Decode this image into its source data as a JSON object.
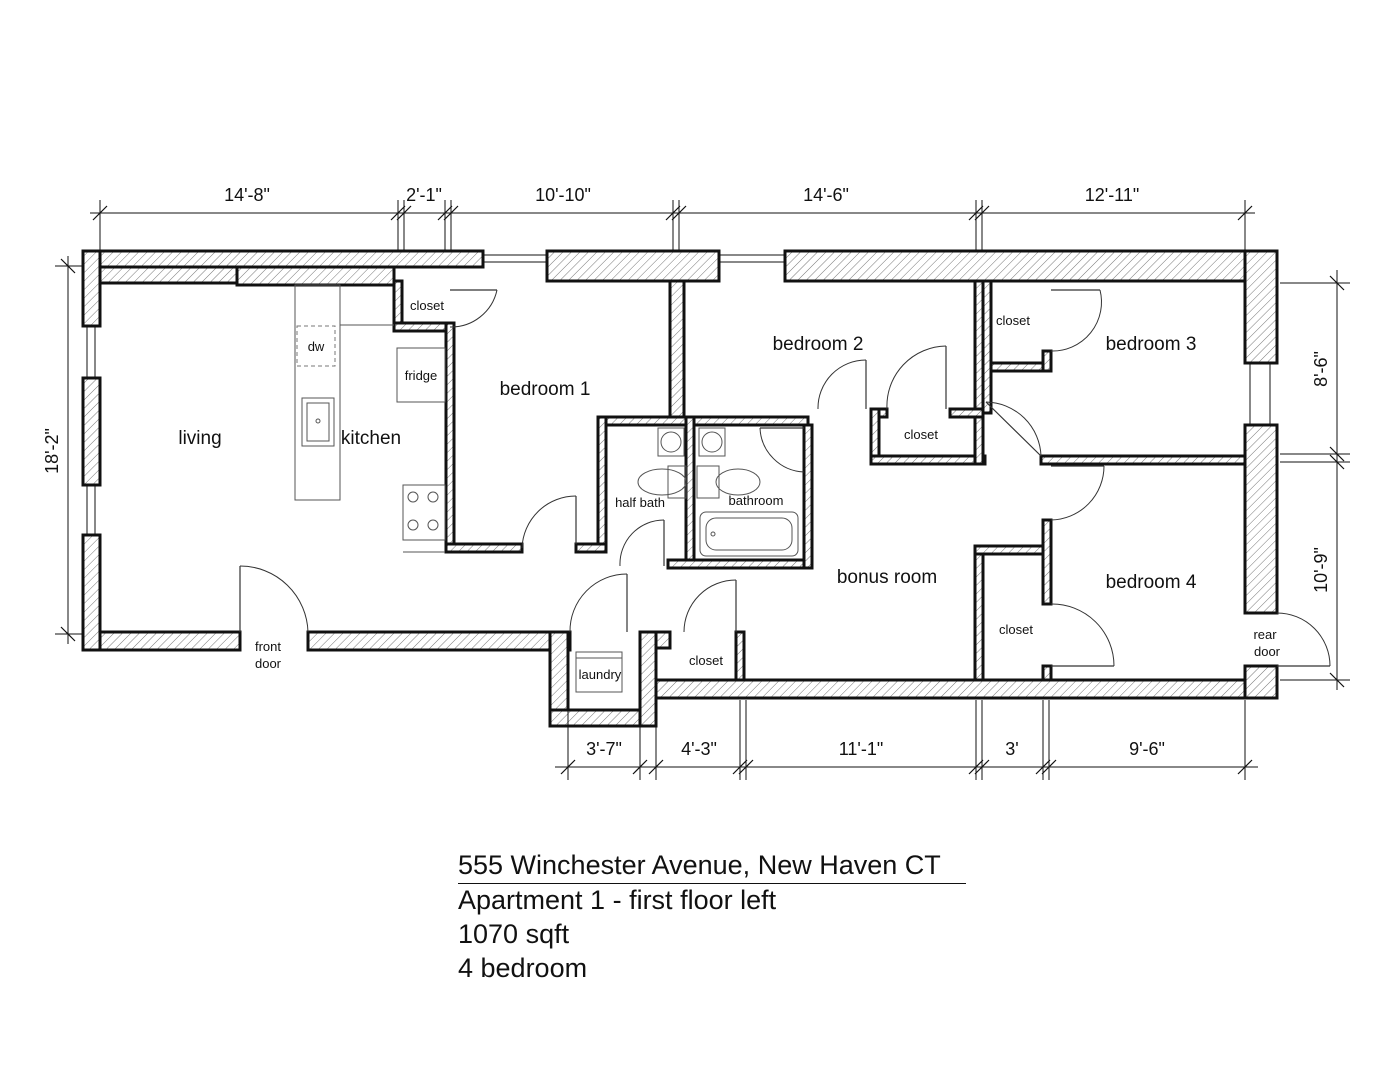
{
  "rooms": {
    "living": "living",
    "kitchen": "kitchen",
    "dw": "dw",
    "fridge": "fridge",
    "closet_1": "closet",
    "bedroom_1": "bedroom 1",
    "bedroom_2": "bedroom 2",
    "closet_2": "closet",
    "closet_3": "closet",
    "bedroom_3": "bedroom 3",
    "half_bath": "half bath",
    "bathroom": "bathroom",
    "bonus_room": "bonus room",
    "bedroom_4": "bedroom 4",
    "closet_4": "closet",
    "closet_5": "closet",
    "laundry": "laundry",
    "front_door_1": "front",
    "front_door_2": "door",
    "rear_door_1": "rear",
    "rear_door_2": "door"
  },
  "dimensions": {
    "top": [
      "14'-8\"",
      "2'-1\"",
      "10'-10\"",
      "14'-6\"",
      "12'-11\""
    ],
    "bottom": [
      "3'-7\"",
      "4'-3\"",
      "11'-1\"",
      "3'",
      "9'-6\""
    ],
    "left": "18'-2\"",
    "right": [
      "8'-6\"",
      "10'-9\""
    ]
  },
  "caption": {
    "address": "555 Winchester Avenue, New Haven CT",
    "unit": "Apartment 1 - first floor left",
    "area": "1070 sqft",
    "bedrooms": "4 bedroom"
  }
}
